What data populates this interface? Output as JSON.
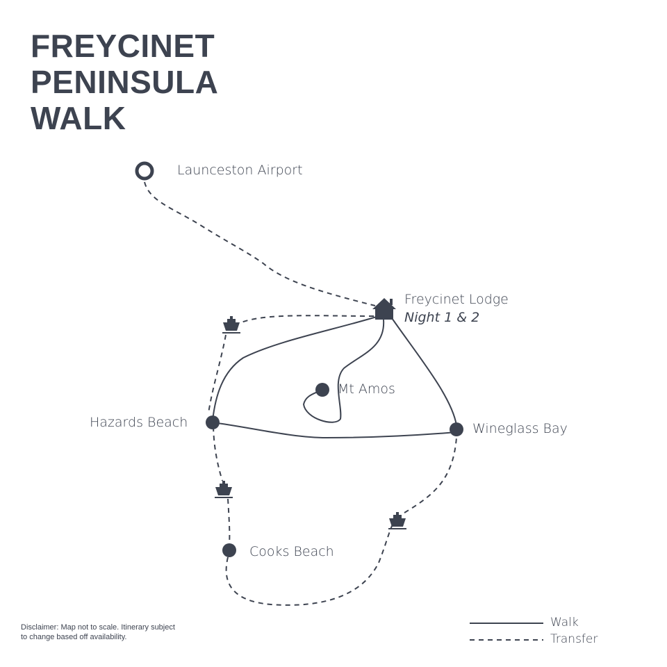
{
  "title": [
    "FREYCINET",
    "PENINSULA",
    "WALK"
  ],
  "places": {
    "airport": "Launceston Airport",
    "lodge": "Freycinet Lodge",
    "lodge_note": "Night 1 & 2",
    "mt_amos": "Mt Amos",
    "hazards": "Hazards Beach",
    "wineglass": "Wineglass Bay",
    "cooks": "Cooks Beach"
  },
  "legend": {
    "walk": "Walk",
    "transfer": "Transfer"
  },
  "disclaimer": [
    "Disclaimer: Map not to scale. Itinerary subject",
    "to change based off availability."
  ],
  "colors": {
    "ink": "#3d4350",
    "background": "#ffffff"
  }
}
